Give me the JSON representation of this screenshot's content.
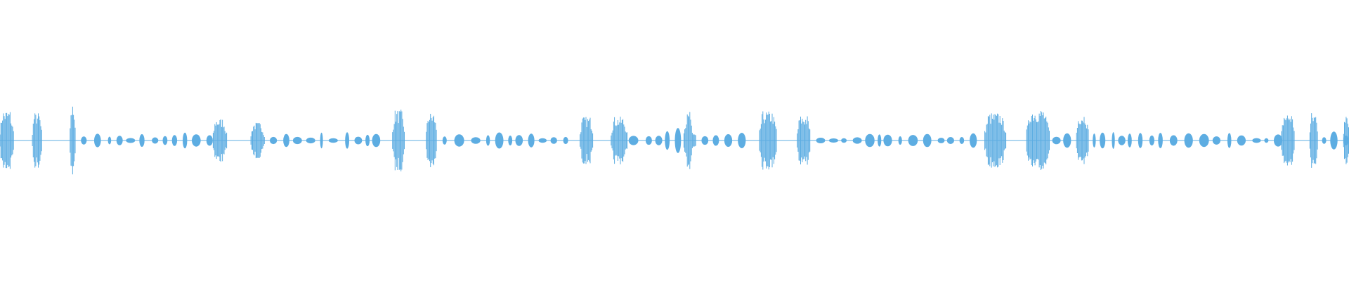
{
  "waveform": {
    "color": "#5dade2",
    "background": "#ffffff",
    "segments": [
      {
        "start": 0.0,
        "end": 0.01,
        "amp": 0.22,
        "kind": "burst"
      },
      {
        "start": 0.024,
        "end": 0.031,
        "amp": 0.2,
        "kind": "burst"
      },
      {
        "start": 0.052,
        "end": 0.056,
        "amp": 0.26,
        "kind": "burst"
      },
      {
        "start": 0.06,
        "end": 0.155,
        "amp": 0.06,
        "kind": "blobs"
      },
      {
        "start": 0.158,
        "end": 0.168,
        "amp": 0.16,
        "kind": "burst"
      },
      {
        "start": 0.186,
        "end": 0.196,
        "amp": 0.13,
        "kind": "burst"
      },
      {
        "start": 0.2,
        "end": 0.285,
        "amp": 0.06,
        "kind": "blobs"
      },
      {
        "start": 0.291,
        "end": 0.3,
        "amp": 0.22,
        "kind": "burst"
      },
      {
        "start": 0.316,
        "end": 0.324,
        "amp": 0.2,
        "kind": "burst"
      },
      {
        "start": 0.328,
        "end": 0.425,
        "amp": 0.06,
        "kind": "blobs"
      },
      {
        "start": 0.43,
        "end": 0.44,
        "amp": 0.17,
        "kind": "burst"
      },
      {
        "start": 0.453,
        "end": 0.465,
        "amp": 0.17,
        "kind": "burst"
      },
      {
        "start": 0.466,
        "end": 0.505,
        "amp": 0.09,
        "kind": "blobs"
      },
      {
        "start": 0.507,
        "end": 0.516,
        "amp": 0.3,
        "kind": "spike"
      },
      {
        "start": 0.52,
        "end": 0.555,
        "amp": 0.06,
        "kind": "blobs"
      },
      {
        "start": 0.563,
        "end": 0.576,
        "amp": 0.21,
        "kind": "burst"
      },
      {
        "start": 0.591,
        "end": 0.601,
        "amp": 0.18,
        "kind": "burst"
      },
      {
        "start": 0.605,
        "end": 0.725,
        "amp": 0.06,
        "kind": "blobs"
      },
      {
        "start": 0.73,
        "end": 0.746,
        "amp": 0.2,
        "kind": "burst"
      },
      {
        "start": 0.761,
        "end": 0.778,
        "amp": 0.23,
        "kind": "burst"
      },
      {
        "start": 0.78,
        "end": 0.795,
        "amp": 0.07,
        "kind": "blobs"
      },
      {
        "start": 0.798,
        "end": 0.807,
        "amp": 0.2,
        "kind": "burst"
      },
      {
        "start": 0.81,
        "end": 0.945,
        "amp": 0.06,
        "kind": "blobs"
      },
      {
        "start": 0.95,
        "end": 0.96,
        "amp": 0.2,
        "kind": "burst"
      },
      {
        "start": 0.971,
        "end": 0.977,
        "amp": 0.2,
        "kind": "burst"
      },
      {
        "start": 0.98,
        "end": 0.996,
        "amp": 0.07,
        "kind": "blobs"
      },
      {
        "start": 0.996,
        "end": 1.0,
        "amp": 0.22,
        "kind": "burst"
      }
    ]
  }
}
